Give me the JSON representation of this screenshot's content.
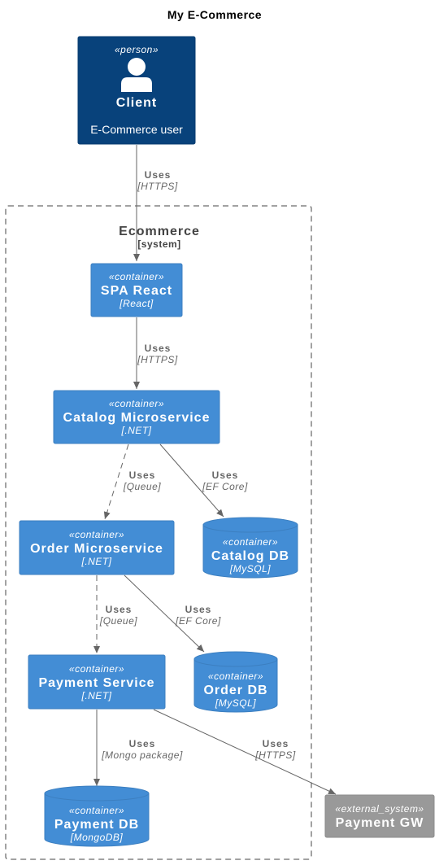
{
  "title": "My E-Commerce",
  "boundary": {
    "name": "Ecommerce",
    "type": "[system]"
  },
  "person": {
    "stereotype": "«person»",
    "name": "Client",
    "description": "E-Commerce user"
  },
  "containers": {
    "spa": {
      "stereotype": "«container»",
      "name": "SPA React",
      "tech": "[React]"
    },
    "catalog_ms": {
      "stereotype": "«container»",
      "name": "Catalog Microservice",
      "tech": "[.NET]"
    },
    "order_ms": {
      "stereotype": "«container»",
      "name": "Order Microservice",
      "tech": "[.NET]"
    },
    "payment_svc": {
      "stereotype": "«container»",
      "name": "Payment Service",
      "tech": "[.NET]"
    }
  },
  "databases": {
    "catalog_db": {
      "stereotype": "«container»",
      "name": "Catalog DB",
      "tech": "[MySQL]"
    },
    "order_db": {
      "stereotype": "«container»",
      "name": "Order DB",
      "tech": "[MySQL]"
    },
    "payment_db": {
      "stereotype": "«container»",
      "name": "Payment DB",
      "tech": "[MongoDB]"
    }
  },
  "external": {
    "stereotype": "«external_system»",
    "name": "Payment GW"
  },
  "relations": {
    "client_spa": {
      "label": "Uses",
      "tech": "[HTTPS]"
    },
    "spa_catalog": {
      "label": "Uses",
      "tech": "[HTTPS]"
    },
    "catalog_order": {
      "label": "Uses",
      "tech": "[Queue]"
    },
    "catalog_db": {
      "label": "Uses",
      "tech": "[EF Core]"
    },
    "order_payment": {
      "label": "Uses",
      "tech": "[Queue]"
    },
    "order_db": {
      "label": "Uses",
      "tech": "[EF Core]"
    },
    "payment_db": {
      "label": "Uses",
      "tech": "[Mongo package]"
    },
    "payment_gw": {
      "label": "Uses",
      "tech": "[HTTPS]"
    }
  },
  "colors": {
    "person": "#08427b",
    "container": "#438dd5",
    "external": "#999999",
    "arrow": "#666666"
  }
}
